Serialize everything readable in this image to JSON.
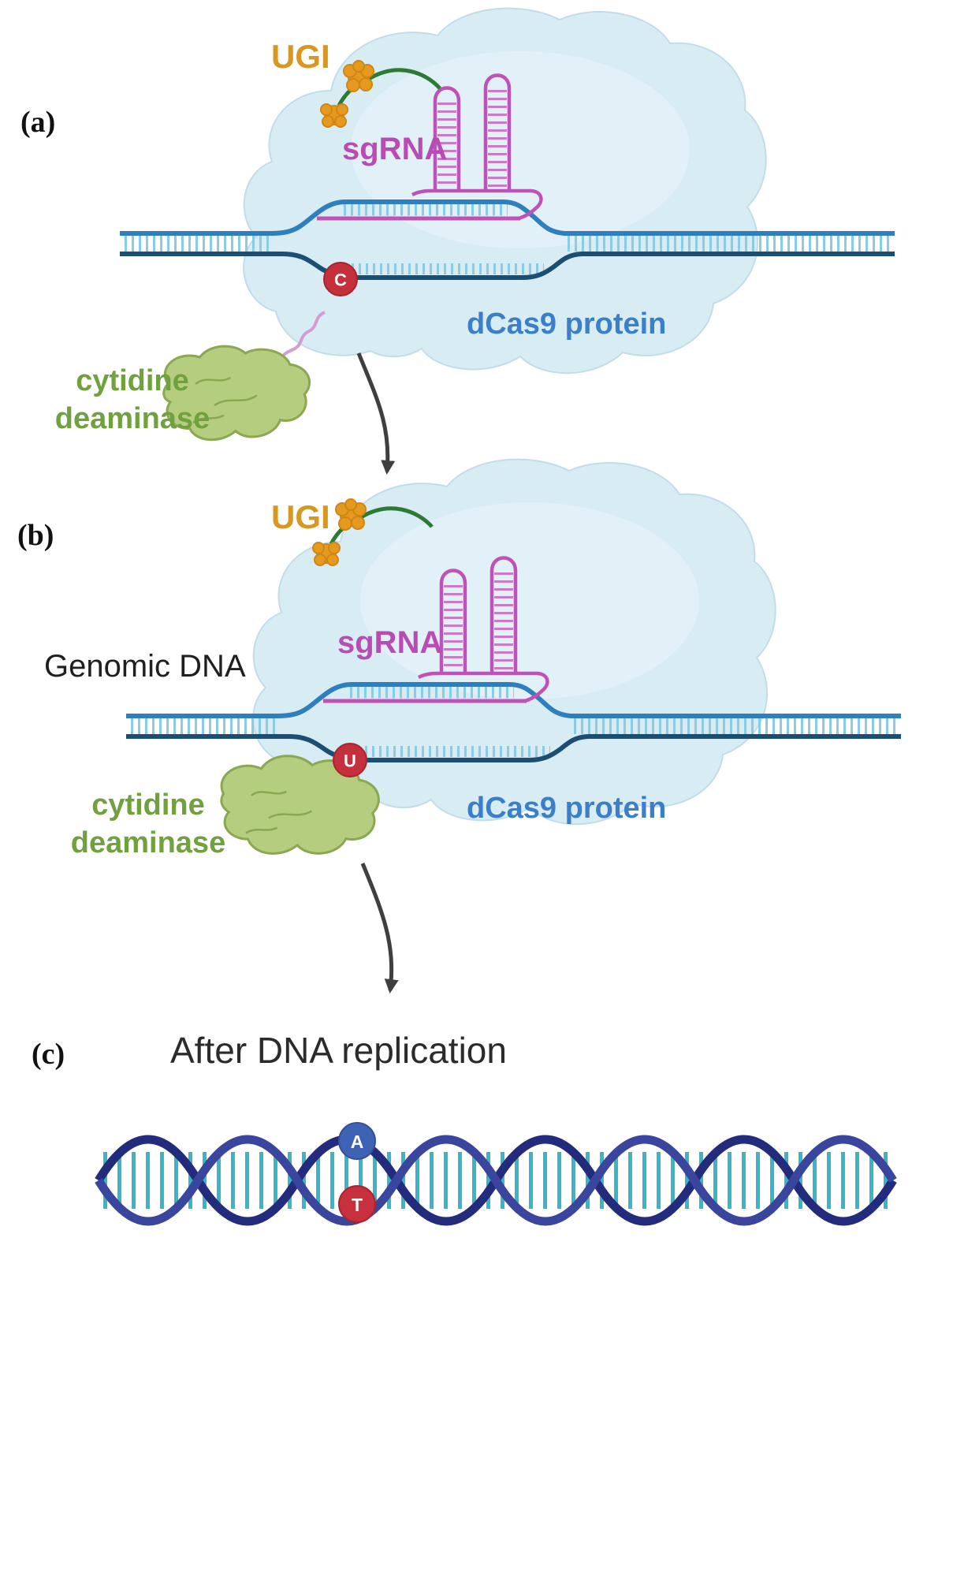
{
  "panels": {
    "a": {
      "tag": "(a)",
      "ugi_label": "UGI",
      "sgrna_label": "sgRNA",
      "dcas9_label": "dCas9 protein",
      "deaminase_label_line1": "cytidine",
      "deaminase_label_line2": "deaminase",
      "base_letter": "C"
    },
    "b": {
      "tag": "(b)",
      "ugi_label": "UGI",
      "sgrna_label": "sgRNA",
      "genomic_dna_label": "Genomic DNA",
      "dcas9_label": "dCas9 protein",
      "deaminase_label_line1": "cytidine",
      "deaminase_label_line2": "deaminase",
      "base_letter": "U"
    },
    "c": {
      "tag": "(c)",
      "title": "After DNA replication",
      "base_top_letter": "A",
      "base_bottom_letter": "T"
    }
  },
  "colors": {
    "dcas9_body": "#d8ecf4",
    "dcas9_highlight": "#e6f3f9",
    "dna_top_strand": "#2f7fbe",
    "dna_bottom_strand": "#1c4e74",
    "dna_ticks": "#8ccbe6",
    "sgrna": "#bf52b8",
    "sgrna_rungs": "#cb7ac5",
    "ugi_protein": "#e59a1f",
    "ugi_linker": "#2d7a35",
    "deaminase_body": "#b5cd7e",
    "deaminase_edge": "#8aa751",
    "deaminase_linker": "#d59cd0",
    "base_c_u_circle": "#c4303c",
    "base_a_circle": "#3e63b5",
    "base_t_circle": "#c9303e",
    "helix_strand": "#232b7d",
    "helix_strand_alt": "#3a459e",
    "helix_rungs": "#3ab5c8",
    "arrow": "#3f3f3f"
  }
}
